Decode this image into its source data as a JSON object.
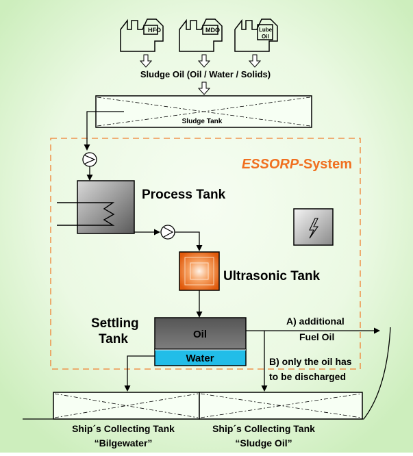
{
  "colors": {
    "background_outer": "#d6f5c9",
    "background_inner": "#f4fdf0",
    "system_border": "#f08030",
    "system_label": "#f07020",
    "oil_layer": "#6a6a6a",
    "water_layer": "#22bde8",
    "ultrasonic": "#f06a14"
  },
  "source_tanks": [
    {
      "label": "HFO"
    },
    {
      "label": "MDO"
    },
    {
      "label": "Lube",
      "label2": "Oil"
    }
  ],
  "labels": {
    "sludge_oil": "Sludge Oil (Oil / Water / Solids)",
    "sludge_tank": "Sludge Tank",
    "system_name_italic": "ESSORP",
    "system_name_suffix": "-System",
    "process_tank": "Process Tank",
    "ultrasonic_tank": "Ultrasonic Tank",
    "settling_line1": "Settling",
    "settling_line2": "Tank",
    "oil": "Oil",
    "water": "Water",
    "route_a_line1": "A) additional",
    "route_a_line2": "Fuel Oil",
    "route_b_line1": "B) only the oil has",
    "route_b_line2": "to be discharged",
    "bilge_line1": "Ship´s Collecting Tank",
    "bilge_line2": "“Bilgewater”",
    "sludge_line1": "Ship´s Collecting Tank",
    "sludge_line2": "“Sludge Oil”"
  },
  "icons": [
    "pump-icon",
    "heat-exchanger-icon",
    "lightning-icon",
    "arrow-down-icon"
  ]
}
